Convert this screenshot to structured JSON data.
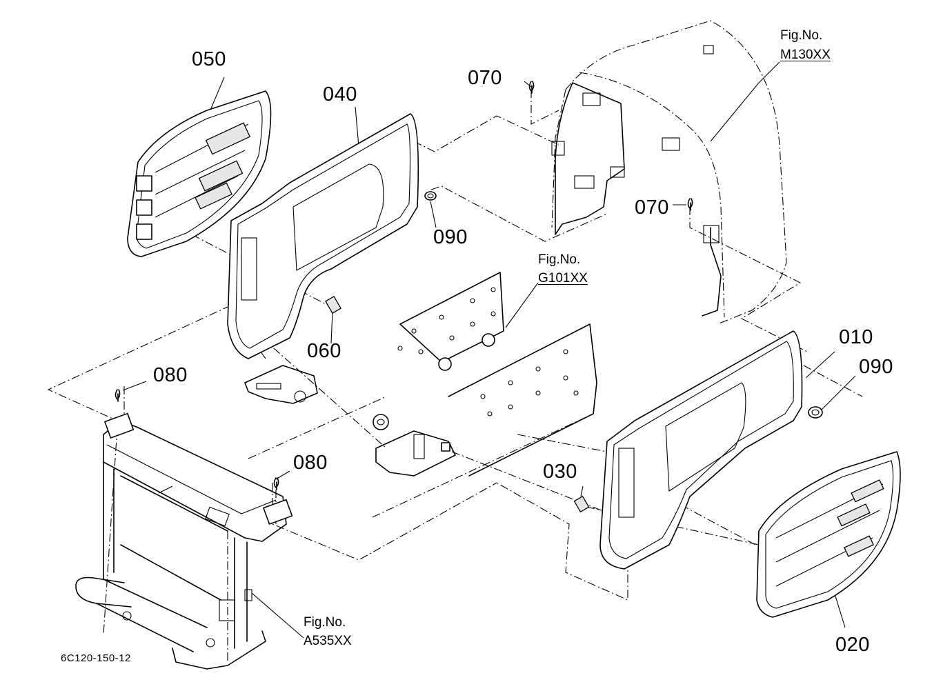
{
  "diagram_code": "6C120-150-12",
  "part_labels": {
    "p010": "010",
    "p020": "020",
    "p030": "030",
    "p040": "040",
    "p050": "050",
    "p060": "060",
    "p070a": "070",
    "p070b": "070",
    "p080a": "080",
    "p080b": "080",
    "p090a": "090",
    "p090b": "090"
  },
  "figure_refs": {
    "m130": {
      "title": "Fig.No.",
      "number": "M130XX"
    },
    "g101": {
      "title": "Fig.No.",
      "number": "G101XX"
    },
    "a535": {
      "title": "Fig.No.",
      "number": "A535XX"
    }
  }
}
